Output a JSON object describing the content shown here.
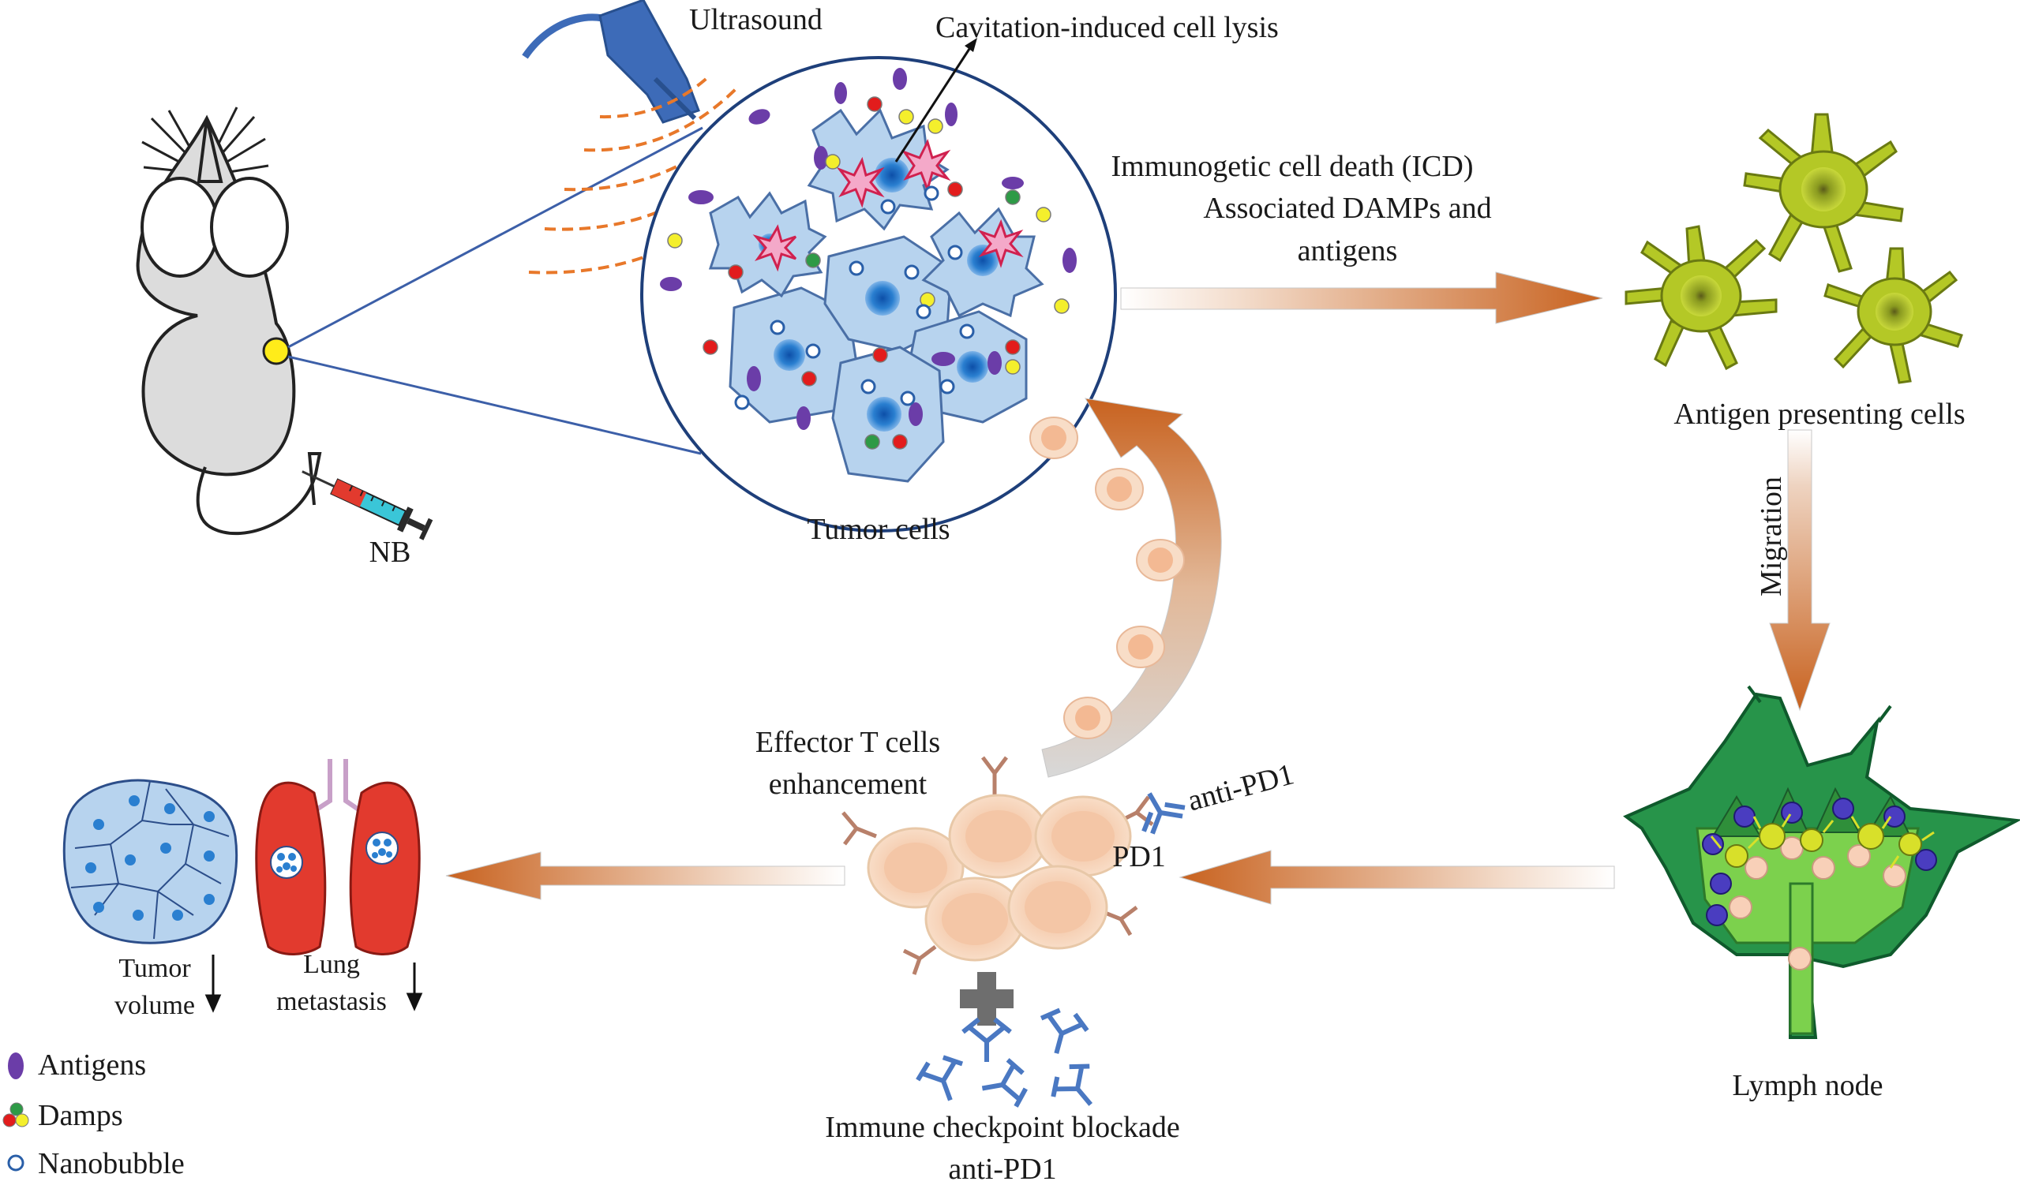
{
  "labels": {
    "ultrasound": "Ultrasound",
    "cavitation": "Cavitation-induced cell lysis",
    "icd_line1": "Immunogetic cell death (ICD)",
    "icd_line2": "Associated DAMPs and",
    "icd_line3": "antigens",
    "apc": "Antigen presenting cells",
    "migration": "Migration",
    "tumor_cells": "Tumor cells",
    "nb": "NB",
    "effector_line1": "Effector T cells",
    "effector_line2": "enhancement",
    "anti_pd1_label": "anti-PD1",
    "pd1": "PD1",
    "lymph_node": "Lymph node",
    "icb_line1": "Immune checkpoint blockade",
    "icb_line2": "anti-PD1",
    "tumor_volume_line1": "Tumor",
    "tumor_volume_line2": "volume",
    "lung_line1": "Lung",
    "lung_line2": "metastasis"
  },
  "legend": [
    {
      "label": "Antigens",
      "icon": "purple-ellipse"
    },
    {
      "label": "Damps",
      "icon": "colored-dots"
    },
    {
      "label": "Nanobubble",
      "icon": "hollow-circle"
    }
  ],
  "colors": {
    "arrow_orange": "#c8621f",
    "cell_blue": "#b7d3ee",
    "nucleus_blue": "#2a7fd0",
    "apc_green": "#b4c826",
    "lymph_green": "#27944a",
    "lung_red": "#e23a2e",
    "tcell_peach": "#f8d9bf",
    "antibody_blue": "#4a78c2",
    "antigen_purple": "#6b3da8",
    "ultrasound_blue": "#3d6bb8"
  }
}
